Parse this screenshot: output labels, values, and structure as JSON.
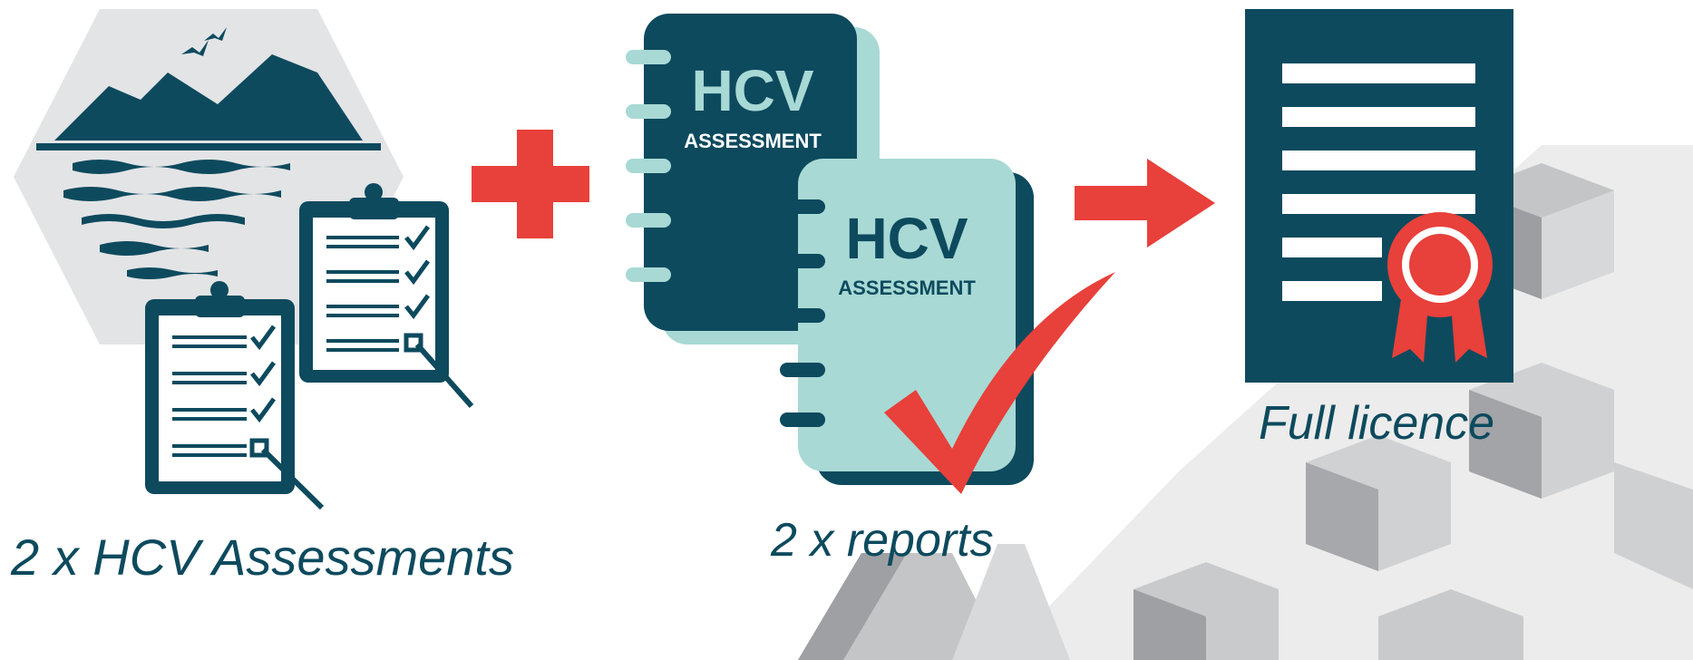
{
  "steps": [
    {
      "caption": "2 x HCV Assessments",
      "icon": "landscape-clipboards-icon"
    },
    {
      "caption": "2 x reports",
      "icon": "hcv-report-notebooks-icon",
      "notebook_title": "HCV",
      "notebook_subtitle": "ASSESSMENT"
    },
    {
      "caption": "Full licence",
      "icon": "certificate-icon"
    }
  ],
  "connectors": [
    "plus-icon",
    "arrow-right-icon"
  ],
  "colors": {
    "navy": "#0d4a5e",
    "teal_light": "#a8d9d5",
    "red": "#e8403a",
    "grey": "#b5b6b8"
  }
}
